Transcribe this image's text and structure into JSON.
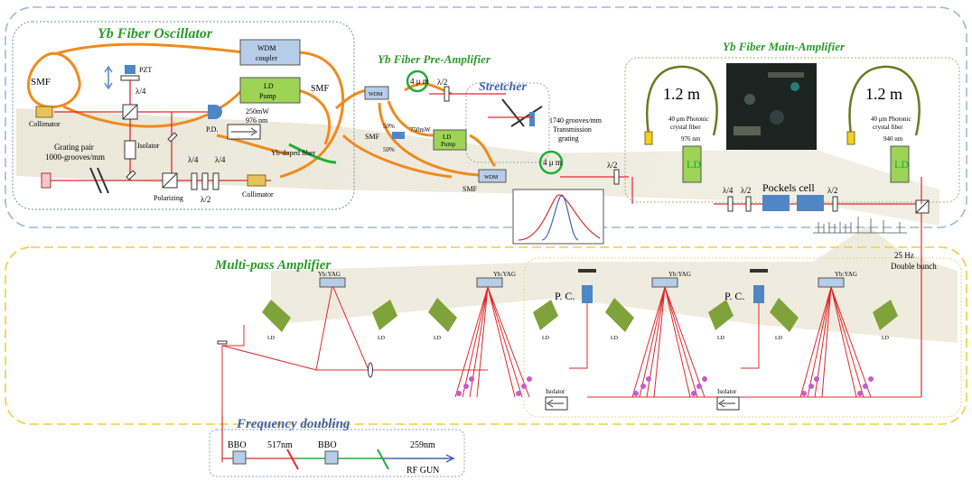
{
  "sections": {
    "oscillator": "Yb Fiber Oscillator",
    "preamp": "Yb Fiber Pre-Amplifier",
    "stretcher": "Stretcher",
    "mainamp": "Yb Fiber Main-Amplifier",
    "multipass": "Multi-pass Amplifier",
    "doubling": "Frequency doubling"
  },
  "labels": {
    "smf": "SMF",
    "pzt": "PZT",
    "wdm": "WDM",
    "coupler": "coupler",
    "ld": "LD",
    "pump": "Pump",
    "ld_power": "250mW",
    "ld_wavelength": "976 nm",
    "collimator": "Collimator",
    "pd": "P.D.",
    "isolator": "Isolator",
    "grating_pair": "Grating pair",
    "grating_grooves": "1000-grooves/mm",
    "yb_fiber": "Yb-doped fiber",
    "polarizing": "Polarizing",
    "qwp": "λ/4",
    "hwp": "λ/2",
    "fiber_len_small": "4 μ m",
    "split": "50%",
    "ld750": "750mW",
    "grating_stretcher": "1740 grooves/mm",
    "transmission": "Transmission",
    "grating": "grating",
    "fiber_len_big": "1.2 m",
    "pcf_a": "40 μm Photonic",
    "pcf_b": "crystal fiber",
    "main_ld_wl1": "976 nm",
    "main_ld_wl2": "940 nm",
    "pockels": "Pockels cell",
    "rep": "25 Hz",
    "bunch": "Double bunch",
    "pc": "P. C.",
    "ybyag": "Yb:YAG",
    "bbo": "BBO",
    "wl_517": "517nm",
    "wl_259": "259nm",
    "rf_gun": "RF GUN"
  },
  "colors": {
    "orange_fiber": "#f08a1e",
    "green_fiber": "#1fae3a",
    "red_beam": "#e0282d",
    "wdm_box": "#b6cde8",
    "ld_box": "#9ed456",
    "blue_component": "#4f86c6",
    "teal_title": "#2a9b2a",
    "blue_title": "#3f63b0",
    "beam_band": "#dcd8c4"
  }
}
